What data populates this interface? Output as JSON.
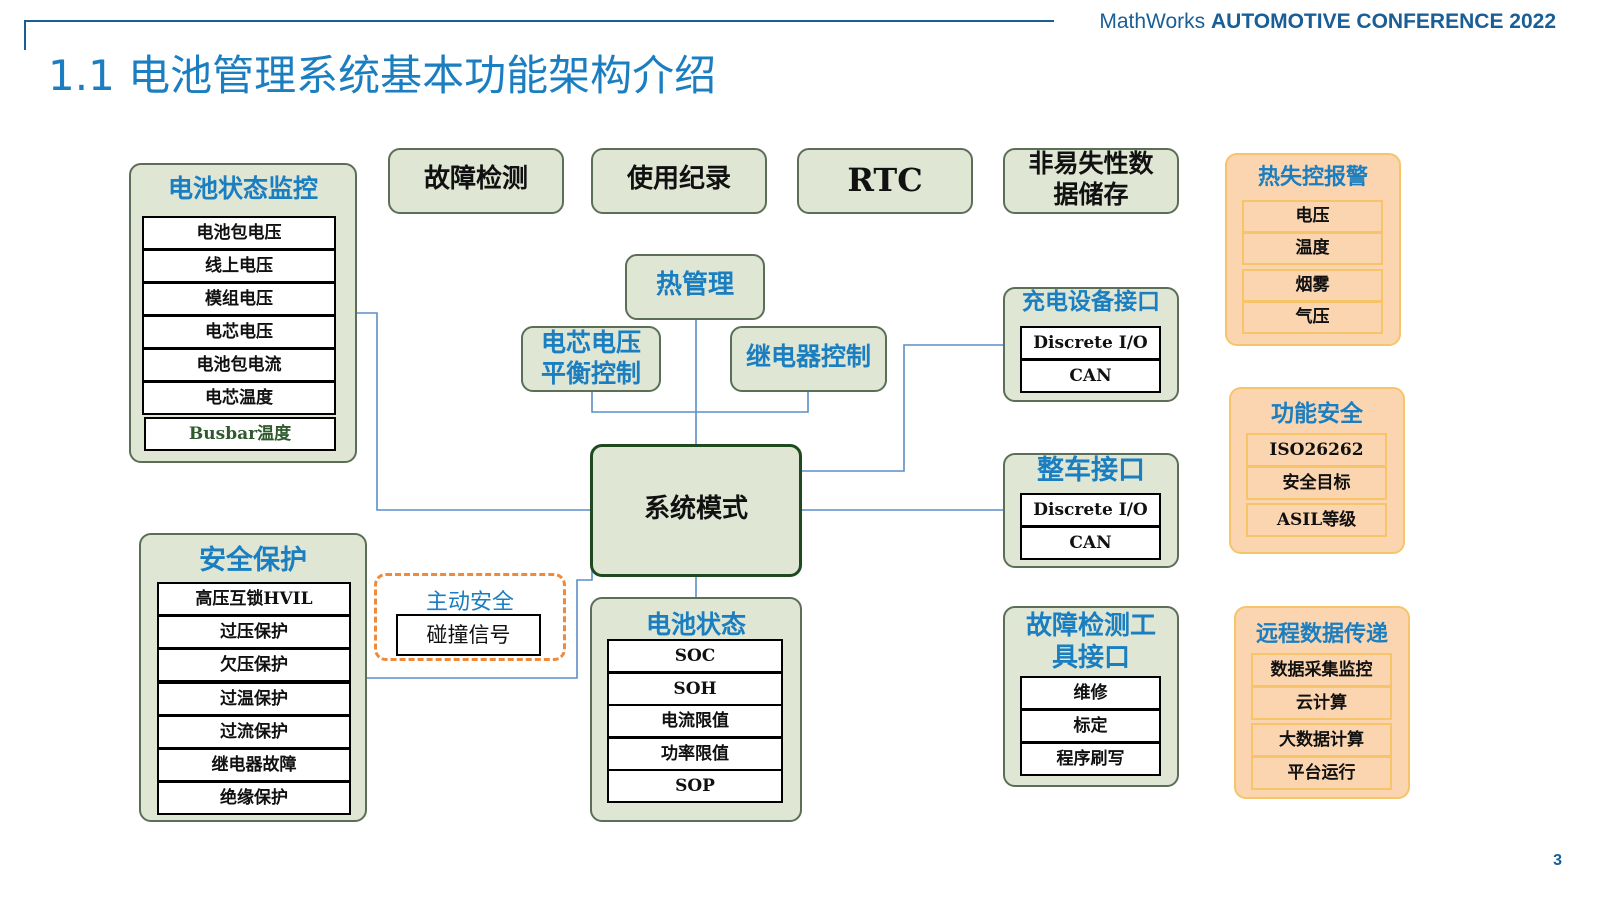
{
  "header": {
    "brand_light": "MathWorks",
    "brand_bold": "AUTOMOTIVE CONFERENCE 2022",
    "title": "1.1 电池管理系统基本功能架构介绍",
    "page_number": "3"
  },
  "battery_monitor": {
    "title": "电池状态监控",
    "items": [
      "电池包电压",
      "线上电压",
      "模组电压",
      "电芯电压",
      "电池包电流",
      "电芯温度",
      "Busbar温度"
    ]
  },
  "top_boxes": {
    "fault_detect": "故障检测",
    "usage_record": "使用纪录",
    "rtc": "RTC",
    "nvm_line1": "非易失性数",
    "nvm_line2": "据储存"
  },
  "thermal_runaway": {
    "title": "热失控报警",
    "items": [
      "电压",
      "温度",
      "烟雾",
      "气压"
    ]
  },
  "thermal_mgmt": "热管理",
  "cell_balance_line1": "电芯电压",
  "cell_balance_line2": "平衡控制",
  "relay_control": "继电器控制",
  "system_mode": "系统模式",
  "charger_if": {
    "title": "充电设备接口",
    "items": [
      "Discrete I/O",
      "CAN"
    ]
  },
  "vehicle_if": {
    "title": "整车接口",
    "items": [
      "Discrete I/O",
      "CAN"
    ]
  },
  "func_safety": {
    "title": "功能安全",
    "items": [
      "ISO26262",
      "安全目标",
      "ASIL等级"
    ]
  },
  "safety_protect": {
    "title": "安全保护",
    "items": [
      "高压互锁HVIL",
      "过压保护",
      "欠压保护",
      "过温保护",
      "过流保护",
      "继电器故障",
      "绝缘保护"
    ]
  },
  "active_safety": {
    "title": "主动安全",
    "item": "碰撞信号"
  },
  "battery_state": {
    "title": "电池状态",
    "items": [
      "SOC",
      "SOH",
      "电流限值",
      "功率限值",
      "SOP"
    ]
  },
  "diag_tool_if": {
    "title_line1": "故障检测工",
    "title_line2": "具接口",
    "items": [
      "维修",
      "标定",
      "程序刷写"
    ]
  },
  "remote_data": {
    "title": "远程数据传递",
    "items": [
      "数据采集监控",
      "云计算",
      "大数据计算",
      "平台运行"
    ]
  },
  "colors": {
    "accent_blue": "#1a7ec0",
    "panel_green": "#dfe6d4",
    "panel_orange": "#fbd5b0",
    "connector": "#5b8fc7"
  }
}
